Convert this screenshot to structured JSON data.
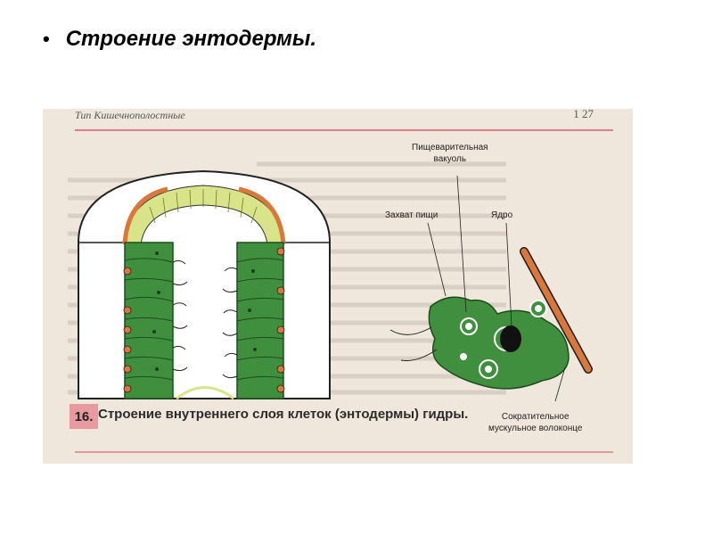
{
  "slide": {
    "bullet": "•",
    "title": "Строение энтодермы."
  },
  "figure": {
    "book_header": "Тип Кишечнополостные",
    "page_number": "1 27",
    "labels": {
      "vacuole": "Пищеварительная\nвакуоль",
      "food_capture": "Захват пищи",
      "nucleus": "Ядро",
      "muscle_fiber": "Сократительное\nмускульное волоконце"
    },
    "caption_number": "16.",
    "caption_text": "Строение внутреннего слоя клеток (энтодермы) гидры."
  },
  "colors": {
    "cell_green": "#3f8f3f",
    "mesoglea_yellow": "#d9e48a",
    "muscle_orange": "#d9783a",
    "rule_pink": "#e07c86"
  }
}
